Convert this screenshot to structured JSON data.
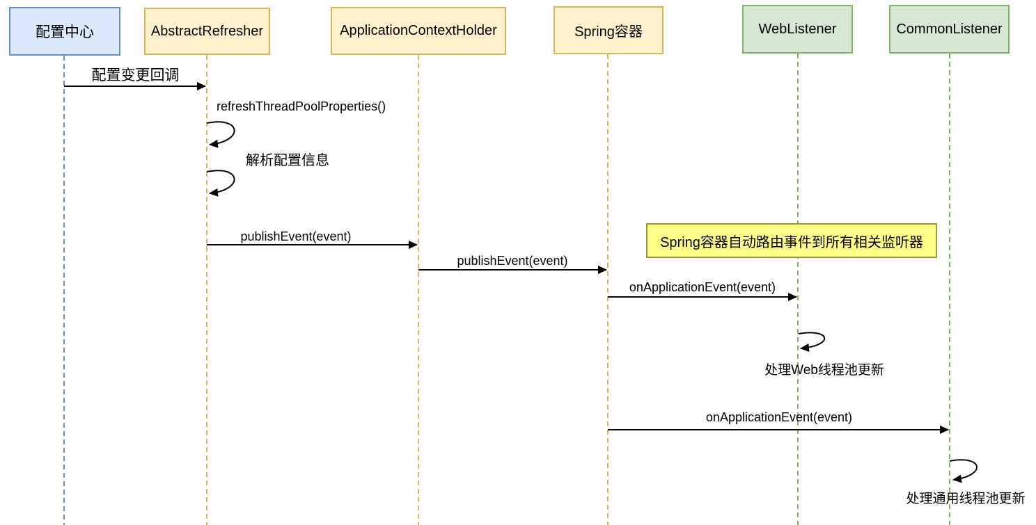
{
  "diagram_type": "sequence-diagram",
  "colors": {
    "background": "#ffffff",
    "line": "#000000",
    "actor_blue_fill": "#dae8fc",
    "actor_blue_border": "#6c8ebf",
    "actor_yellow_fill": "#fff2cc",
    "actor_yellow_border": "#d6b656",
    "actor_green_fill": "#d5e8d4",
    "actor_green_border": "#82b366",
    "note_fill": "#ffff88",
    "note_border": "#999933",
    "lifeline_blue": "#6c8ebf",
    "lifeline_yellow": "#d6b656",
    "lifeline_green": "#82b366"
  },
  "actors": [
    {
      "label": "配置中心",
      "fill": "#dae8fc",
      "border": "#6c8ebf"
    },
    {
      "label": "AbstractRefresher",
      "fill": "#fff2cc",
      "border": "#d6b656"
    },
    {
      "label": "ApplicationContextHolder",
      "fill": "#fff2cc",
      "border": "#d6b656"
    },
    {
      "label": "Spring容器",
      "fill": "#fff2cc",
      "border": "#d6b656"
    },
    {
      "label": "WebListener",
      "fill": "#d5e8d4",
      "border": "#82b366"
    },
    {
      "label": "CommonListener",
      "fill": "#d5e8d4",
      "border": "#82b366"
    }
  ],
  "messages": [
    {
      "label": "配置变更回调",
      "from": "配置中心",
      "to": "AbstractRefresher",
      "kind": "call"
    },
    {
      "label": "refreshThreadPoolProperties()",
      "from": "AbstractRefresher",
      "to": "AbstractRefresher",
      "kind": "self"
    },
    {
      "label": "解析配置信息",
      "from": "AbstractRefresher",
      "to": "AbstractRefresher",
      "kind": "self"
    },
    {
      "label": "publishEvent(event)",
      "from": "AbstractRefresher",
      "to": "ApplicationContextHolder",
      "kind": "call"
    },
    {
      "label": "publishEvent(event)",
      "from": "ApplicationContextHolder",
      "to": "Spring容器",
      "kind": "call"
    },
    {
      "label": "onApplicationEvent(event)",
      "from": "Spring容器",
      "to": "WebListener",
      "kind": "call"
    },
    {
      "label": "处理Web线程池更新",
      "from": "WebListener",
      "to": "WebListener",
      "kind": "self"
    },
    {
      "label": "onApplicationEvent(event)",
      "from": "Spring容器",
      "to": "CommonListener",
      "kind": "call"
    },
    {
      "label": "处理通用线程池更新",
      "from": "CommonListener",
      "to": "CommonListener",
      "kind": "self"
    }
  ],
  "note": {
    "text": "Spring容器自动路由事件到所有相关监听器"
  }
}
